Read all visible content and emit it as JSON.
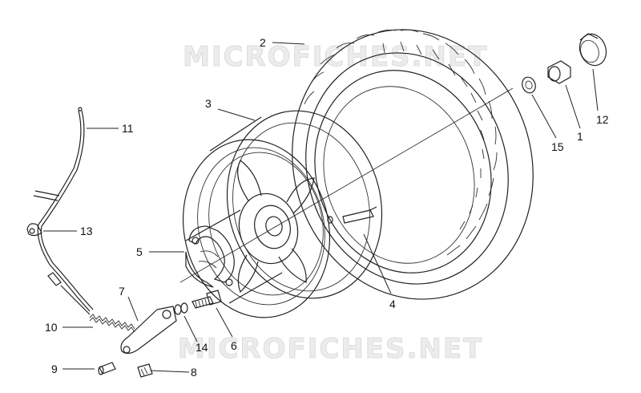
{
  "watermark": "MICROFICHES.NET",
  "colors": {
    "line": "#222222",
    "label": "#111111",
    "watermark": "#e6e6e6"
  },
  "parts": [
    {
      "id": "1",
      "label": "1"
    },
    {
      "id": "2",
      "label": "2"
    },
    {
      "id": "3",
      "label": "3"
    },
    {
      "id": "4",
      "label": "4"
    },
    {
      "id": "5",
      "label": "5"
    },
    {
      "id": "6",
      "label": "6"
    },
    {
      "id": "7",
      "label": "7"
    },
    {
      "id": "8",
      "label": "8"
    },
    {
      "id": "9",
      "label": "9"
    },
    {
      "id": "10",
      "label": "10"
    },
    {
      "id": "11",
      "label": "11"
    },
    {
      "id": "12",
      "label": "12"
    },
    {
      "id": "13",
      "label": "13"
    },
    {
      "id": "14",
      "label": "14"
    },
    {
      "id": "15",
      "label": "15"
    }
  ]
}
